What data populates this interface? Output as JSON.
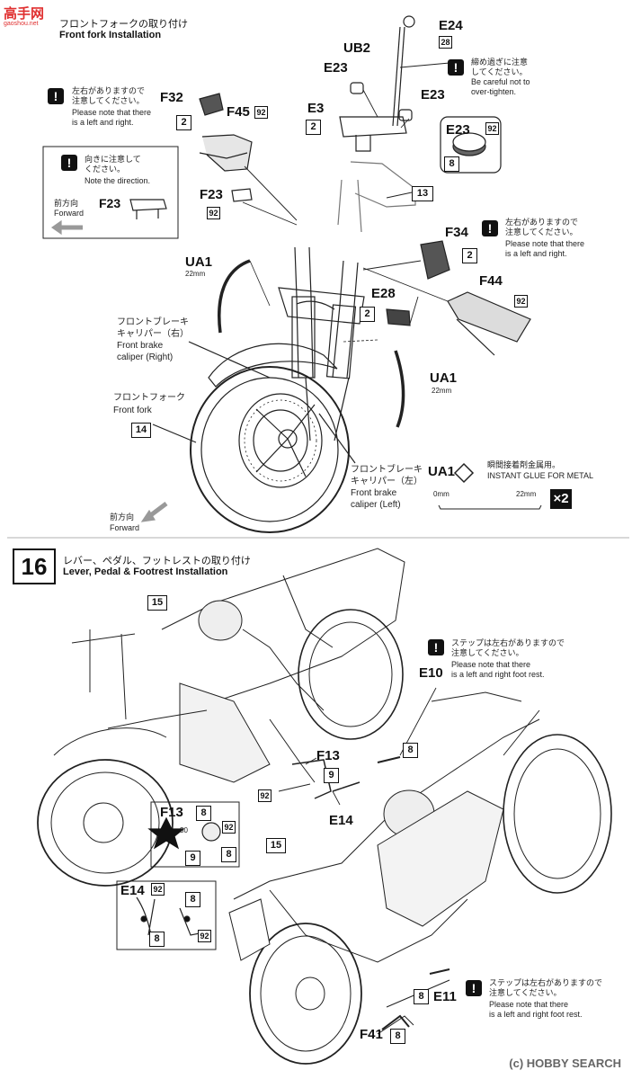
{
  "watermark": {
    "top_left_text": "高手网",
    "top_left_sub": "gaoshou.net",
    "bottom_right": "(c) HOBBY SEARCH"
  },
  "step15": {
    "title_jp": "フロントフォークの取り付け",
    "title_en": "Front fork Installation",
    "direction_box": {
      "note_jp": "向きに注意して\nください。",
      "note_en": "Note the direction.",
      "forward_jp": "前方向",
      "forward_en": "Forward",
      "part": "F23"
    },
    "left_note": {
      "jp": "左右がありますので\n注意してください。",
      "en": "Please note that there\nis a left and right."
    },
    "top_note": {
      "jp": "締め過ぎに注意\nしてください。",
      "en": "Be careful not to\nover-tighten."
    },
    "right_note": {
      "jp": "左右がありますので\n注意してください。",
      "en": "Please note that there\nis a left and right."
    },
    "parts": {
      "e24": "E24",
      "e24_n": "28",
      "ub2": "UB2",
      "e23a": "E23",
      "e23b": "E23",
      "e3": "E3",
      "e3_n": "2",
      "f32": "F32",
      "f32_n": "2",
      "f45": "F45",
      "f45_n": "92",
      "f23": "F23",
      "f23_n": "92",
      "e23c": "E23",
      "e23c_n1": "92",
      "e23c_n2": "8",
      "step13": "13",
      "f34": "F34",
      "f34_n": "2",
      "f44": "F44",
      "f44_n": "92",
      "e28": "E28",
      "e28_n": "2",
      "ua1a": "UA1",
      "ua1a_len": "22mm",
      "ua1b": "UA1",
      "ua1b_len": "22mm",
      "step14": "14"
    },
    "labels": {
      "brake_r_jp": "フロントブレーキ\nキャリパー（右）",
      "brake_r_en": "Front brake\ncaliper (Right)",
      "fork_jp": "フロントフォーク",
      "fork_en": "Front fork",
      "brake_l_jp": "フロントブレーキ\nキャリパー（左）",
      "brake_l_en": "Front brake\ncaliper (Left)",
      "forward_jp": "前方向",
      "forward_en": "Forward"
    },
    "glue": {
      "part": "UA1",
      "jp": "瞬間接着剤金属用。",
      "en": "INSTANT GLUE   FOR METAL",
      "min": "0mm",
      "max": "22mm",
      "count": "×2"
    }
  },
  "step16": {
    "number": "16",
    "title_jp": "レバー、ペダル、フットレストの取り付け",
    "title_en": "Lever, Pedal & Footrest Installation",
    "step15a": "15",
    "step15b": "15",
    "e10": "E10",
    "e10_n": "8",
    "e10_note": {
      "jp": "ステップは左右がありますので\n注意してください。",
      "en": "Please note that there\nis a left and right foot rest."
    },
    "f13": "F13",
    "f13_n1": "9",
    "f13_n2": "92",
    "e14": "E14",
    "f13_box": {
      "part": "F13",
      "n8": "8",
      "n30": "30",
      "n92": "92",
      "n9": "9",
      "n8b": "8"
    },
    "e14_box": {
      "part": "E14",
      "n92a": "92",
      "n8a": "8",
      "n8b": "8",
      "n92b": "92"
    },
    "e11": "E11",
    "e11_n": "8",
    "f41": "F41",
    "f41_n": "8",
    "e11_note": {
      "jp": "ステップは左右がありますので\n注意してください。",
      "en": "Please note that there\nis a left and right foot rest."
    }
  }
}
